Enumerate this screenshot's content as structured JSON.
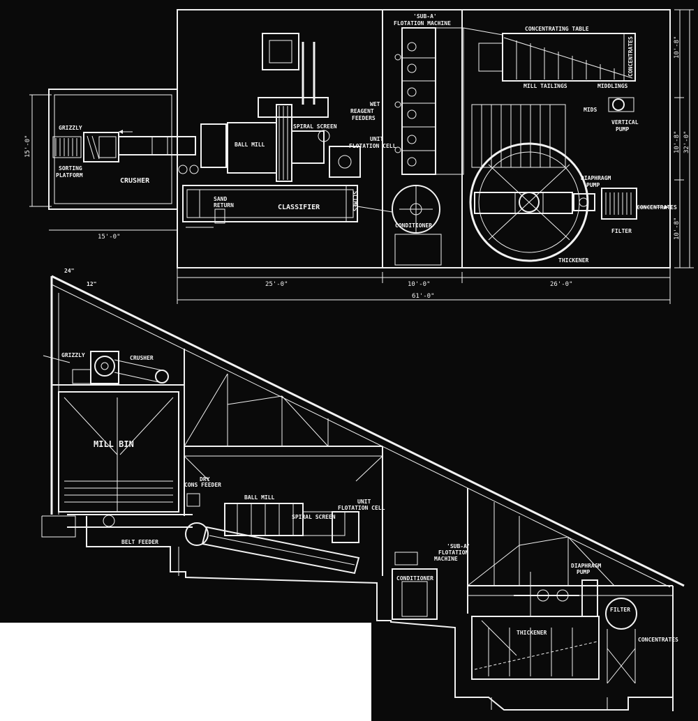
{
  "colors": {
    "background": "#0a0a0a",
    "line": "#f2f2f2",
    "page": "#ffffff"
  },
  "plan": {
    "labels": {
      "grizzly": "GRIZZLY",
      "sorting": "SORTING",
      "platform": "PLATFORM",
      "crusher": "CRUSHER",
      "ball_mill": "BALL MILL",
      "spiral_screen": "SPIRAL SCREEN",
      "sand": "SAND",
      "return": "RETURN",
      "classifier": "CLASSIFIER",
      "slimes": "SLIMES",
      "sub_a": "'SUB-A'",
      "flotation_machine": "FLOTATION MACHINE",
      "wet": "WET",
      "reagent": "REAGENT",
      "feeders": "FEEDERS",
      "unit": "UNIT",
      "flotation_cell": "FLOTATION CELL",
      "conditioner": "CONDITIONER",
      "concentrating_table": "CONCENTRATING TABLE",
      "concentrates_vert": "CONCENTRATES",
      "mill_tailings": "MILL TAILINGS",
      "middlings": "MIDDLINGS",
      "mids": "MIDS",
      "vertical": "VERTICAL",
      "pump": "PUMP",
      "diaphragm": "DIAPHRAGM",
      "diaphragm_pump": "PUMP",
      "concentrates": "CONCENTRATES",
      "filter": "FILTER",
      "thickener": "THICKENER"
    },
    "dimensions": {
      "left_height": "15'-0\"",
      "left_width": "15'-0\"",
      "w1": "25'-0\"",
      "w2": "10'-0\"",
      "w3": "26'-0\"",
      "total_width": "61'-0\"",
      "h1": "10'-8\"",
      "h2": "10'-8\"",
      "h3": "10'-8\"",
      "total_height": "32'-0\""
    }
  },
  "section": {
    "labels": {
      "roof_pitch_run": "24\"",
      "roof_pitch_rise": "12\"",
      "grizzly": "GRIZZLY",
      "crusher": "CRUSHER",
      "mill_bin": "MILL   BIN",
      "dry": "DRY",
      "cons_feeder": "CONS FEEDER",
      "ball_mill": "BALL MILL",
      "spiral_screen": "SPIRAL SCREEN",
      "unit": "UNIT",
      "flotation_cell": "FLOTATION CELL",
      "belt_feeder": "BELT FEEDER",
      "sub_a": "'SUB-A'",
      "flotation": "FLOTATION",
      "machine": "MACHINE",
      "conditioner": "CONDITIONER",
      "diaphragm": "DIAPHRAGM",
      "pump": "PUMP",
      "filter": "FILTER",
      "thickener": "THICKENER",
      "concentrates": "CONCENTRATES"
    }
  }
}
